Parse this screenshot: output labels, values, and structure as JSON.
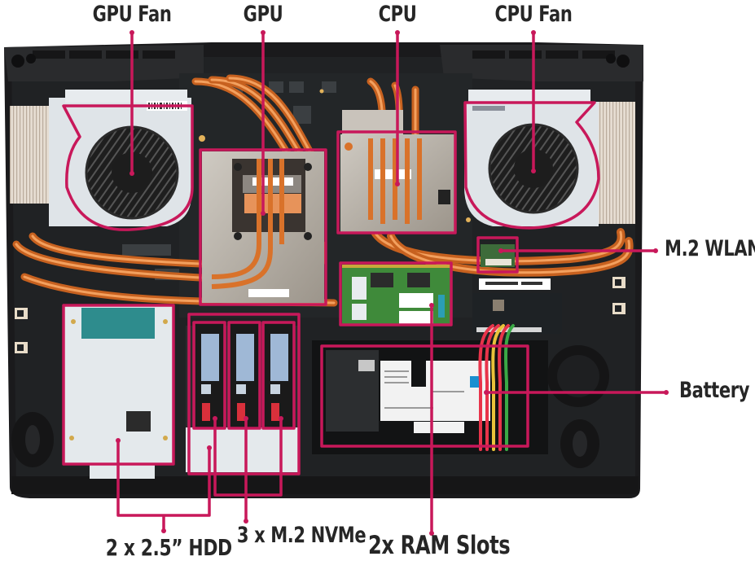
{
  "title": "Laptop internal components diagram",
  "accent_color": "#c8185a",
  "labels": {
    "gpu_fan": "GPU Fan",
    "gpu": "GPU",
    "cpu": "CPU",
    "cpu_fan": "CPU Fan",
    "m2_wlan": "M.2 WLAN",
    "battery": "Battery",
    "hdd": "2 x 2.5” HDD",
    "nvme": "3 x M.2 NVMe",
    "ram": "2x RAM Slots"
  },
  "components": [
    {
      "id": "gpu-fan",
      "label_key": "gpu_fan",
      "kind": "blower-fan"
    },
    {
      "id": "gpu",
      "label_key": "gpu",
      "kind": "heatsink"
    },
    {
      "id": "cpu",
      "label_key": "cpu",
      "kind": "heatsink"
    },
    {
      "id": "cpu-fan",
      "label_key": "cpu_fan",
      "kind": "blower-fan"
    },
    {
      "id": "m2-wlan",
      "label_key": "m2_wlan",
      "kind": "wlan-card"
    },
    {
      "id": "battery",
      "label_key": "battery",
      "kind": "battery"
    },
    {
      "id": "hdd-bays",
      "label_key": "hdd",
      "count": 2,
      "kind": "drive-bay"
    },
    {
      "id": "nvme-slots",
      "label_key": "nvme",
      "count": 3,
      "kind": "ssd"
    },
    {
      "id": "ram-slots",
      "label_key": "ram",
      "count": 2,
      "kind": "memory"
    }
  ],
  "colors": {
    "chassis": "#1c1c1e",
    "board": "#232526",
    "copper": "#d9782f",
    "copper_light": "#f2a864",
    "fan_shroud": "#dfe4e8",
    "heatsink": "#b9b3aa",
    "ram_pcb": "#3f8a3a",
    "ssd_body": "#1a1a1a",
    "ssd_label": "#9fb8d6",
    "battery_wire_red": "#e8344a",
    "battery_wire_yellow": "#e9c23a",
    "battery_wire_green": "#3aa845"
  }
}
